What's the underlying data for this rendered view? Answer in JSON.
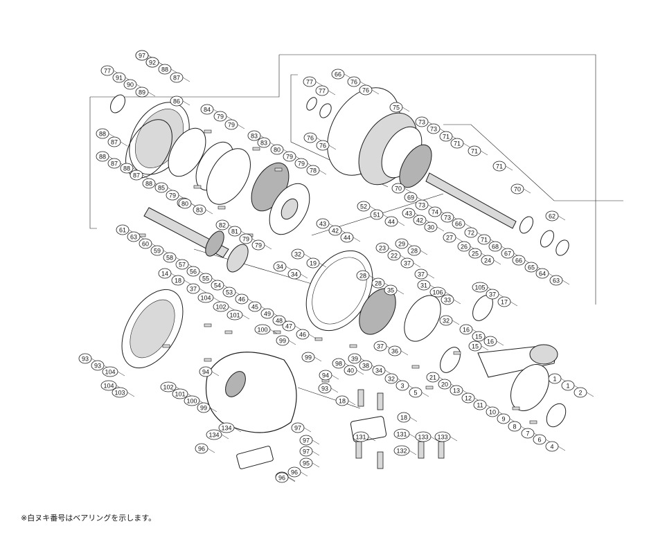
{
  "footnote": "※白ヌキ番号はベアリングを示します。",
  "diagram": {
    "colors": {
      "line": "#1a1a1a",
      "fill": "#ffffff",
      "shade": "#d9d9d9",
      "mid": "#b3b3b3"
    },
    "callouts": [
      "88",
      "87",
      "88",
      "87",
      "77",
      "91",
      "90",
      "89",
      "88",
      "87",
      "86",
      "84",
      "79",
      "79",
      "88",
      "87",
      "83",
      "83",
      "80",
      "79",
      "79",
      "78",
      "88",
      "87",
      "88",
      "85",
      "79",
      "79",
      "83",
      "82",
      "81",
      "79",
      "80",
      "79",
      "66",
      "76",
      "76",
      "77",
      "77",
      "75",
      "76",
      "76",
      "73",
      "73",
      "71",
      "71",
      "71",
      "71",
      "70",
      "70",
      "69",
      "73",
      "74",
      "73",
      "66",
      "72",
      "71",
      "68",
      "67",
      "66",
      "65",
      "64",
      "63",
      "62",
      "61",
      "63",
      "60",
      "59",
      "58",
      "57",
      "56",
      "55",
      "54",
      "53",
      "52",
      "51",
      "44",
      "43",
      "42",
      "44",
      "43",
      "42",
      "30",
      "29",
      "28",
      "27",
      "26",
      "25",
      "24",
      "23",
      "22",
      "37",
      "37",
      "31",
      "106",
      "33",
      "32",
      "32",
      "19",
      "28",
      "28",
      "35",
      "34",
      "34",
      "46",
      "45",
      "49",
      "48",
      "47",
      "46",
      "105",
      "37",
      "17",
      "16",
      "15",
      "16",
      "15",
      "14",
      "18",
      "37",
      "104",
      "102",
      "101",
      "100",
      "99",
      "94",
      "94",
      "93",
      "93",
      "93",
      "104",
      "104",
      "103",
      "102",
      "101",
      "100",
      "99",
      "99",
      "98",
      "40",
      "39",
      "38",
      "37",
      "36",
      "34",
      "32",
      "21",
      "20",
      "13",
      "12",
      "11",
      "10",
      "9",
      "8",
      "7",
      "6",
      "4",
      "2",
      "1",
      "1",
      "3",
      "5",
      "18",
      "18",
      "131",
      "131",
      "132",
      "133",
      "133",
      "134",
      "134",
      "96",
      "96",
      "97",
      "97",
      "95",
      "96",
      "96",
      "97",
      "97",
      "92"
    ]
  }
}
